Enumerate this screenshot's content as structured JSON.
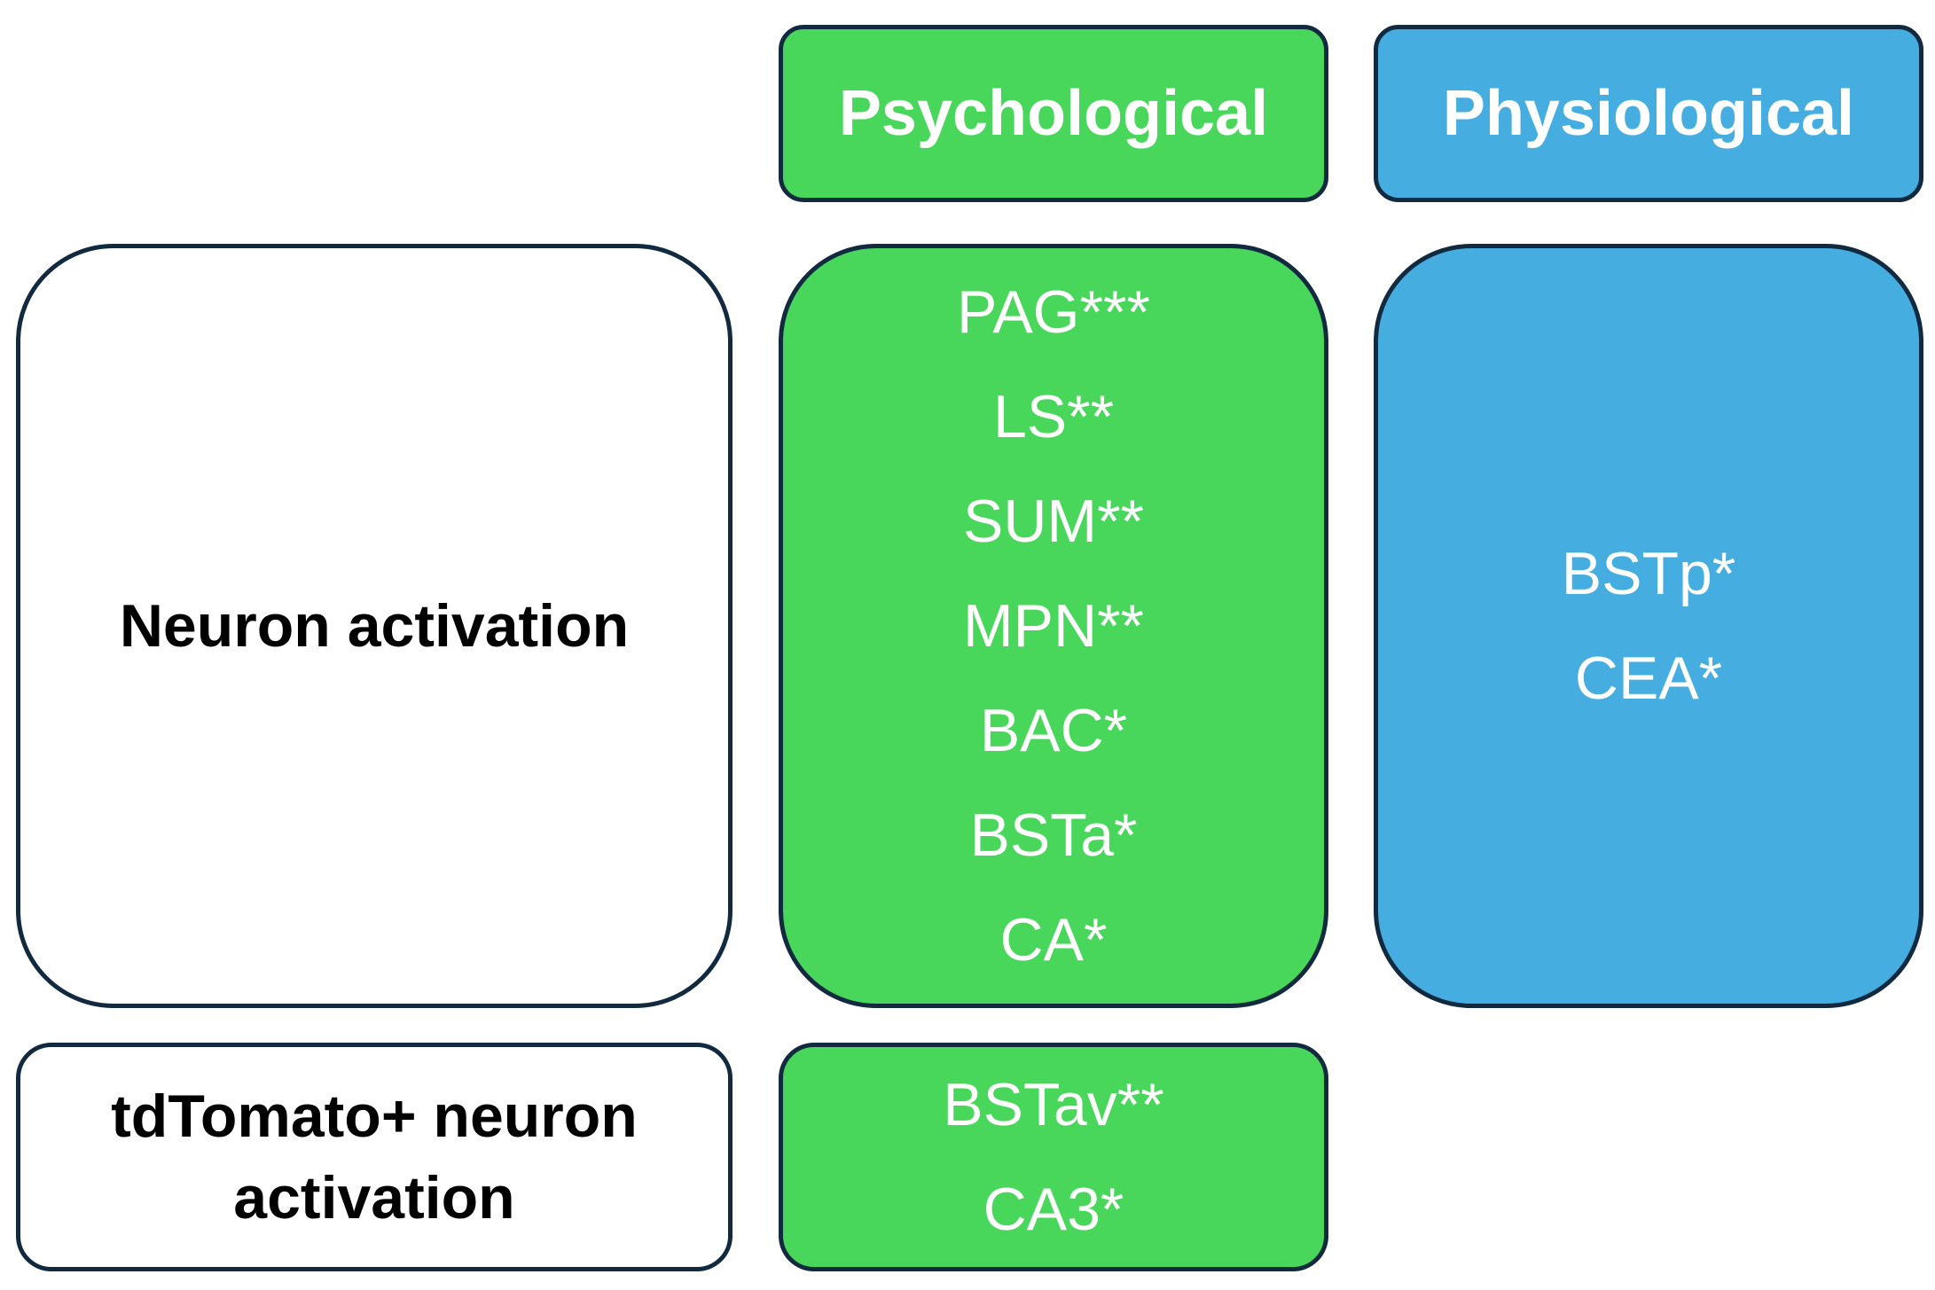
{
  "columns": {
    "psychological": "Psychological",
    "physiological": "Physiological"
  },
  "rows": [
    {
      "label": "Neuron activation",
      "psychological": [
        "PAG***",
        "LS**",
        "SUM**",
        "MPN**",
        "BAC*",
        "BSTa*",
        "CA*"
      ],
      "physiological": [
        "BSTp*",
        "CEA*"
      ]
    },
    {
      "label_lines": [
        "tdTomato+ neuron",
        "activation"
      ],
      "psychological": [
        "BSTav**",
        "CA3*"
      ]
    }
  ],
  "colors": {
    "psychological": "#48d65b",
    "physiological": "#45ade0",
    "border": "#112a3f"
  }
}
